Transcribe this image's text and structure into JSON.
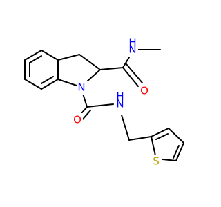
{
  "colors": {
    "bond": "#000000",
    "carbon": "#000000",
    "nitrogen": "#0000ff",
    "oxygen": "#ff0000",
    "sulfur": "#b8a000"
  },
  "atoms": {
    "amide_nh_top": "N",
    "amide_h_top": "H",
    "ring_n": "N",
    "urea_nh": "N",
    "urea_h": "H",
    "oxygen_top": "O",
    "oxygen_bottom": "O",
    "sulfur": "S"
  }
}
